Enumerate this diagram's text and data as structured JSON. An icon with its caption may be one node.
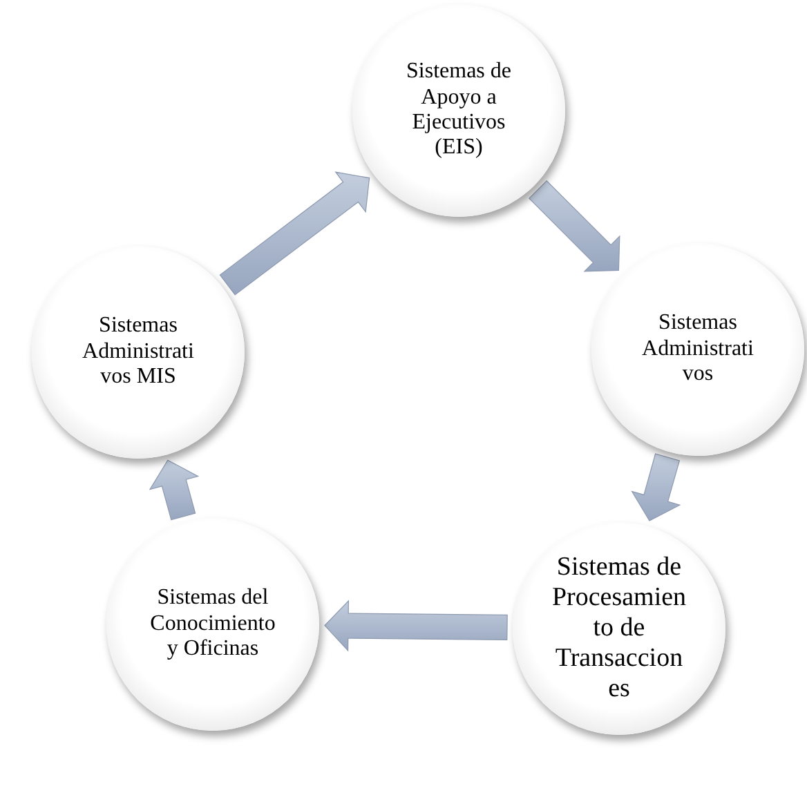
{
  "diagram": {
    "nodes": [
      {
        "text": [
          "Sistemas de Apoyo a Ejecutivos (EIS)"
        ]
      },
      {
        "text": [
          "Sistemas Administrativos"
        ]
      },
      {
        "text": [
          "Sistemas de Procesamiento de Transacciones"
        ]
      },
      {
        "text": [
          "Sistemas del Conocimiento y Oficinas"
        ]
      },
      {
        "text": [
          "Sistemas Administrativos MIS"
        ]
      }
    ],
    "edges": [
      {
        "from": 0,
        "to": 1,
        "arrow": "to"
      },
      {
        "from": 1,
        "to": 2,
        "arrow": "to"
      },
      {
        "from": 2,
        "to": 3,
        "arrow": "to"
      },
      {
        "from": 3,
        "to": 4,
        "arrow": "to"
      },
      {
        "from": 4,
        "to": 0,
        "arrow": "to"
      }
    ]
  }
}
